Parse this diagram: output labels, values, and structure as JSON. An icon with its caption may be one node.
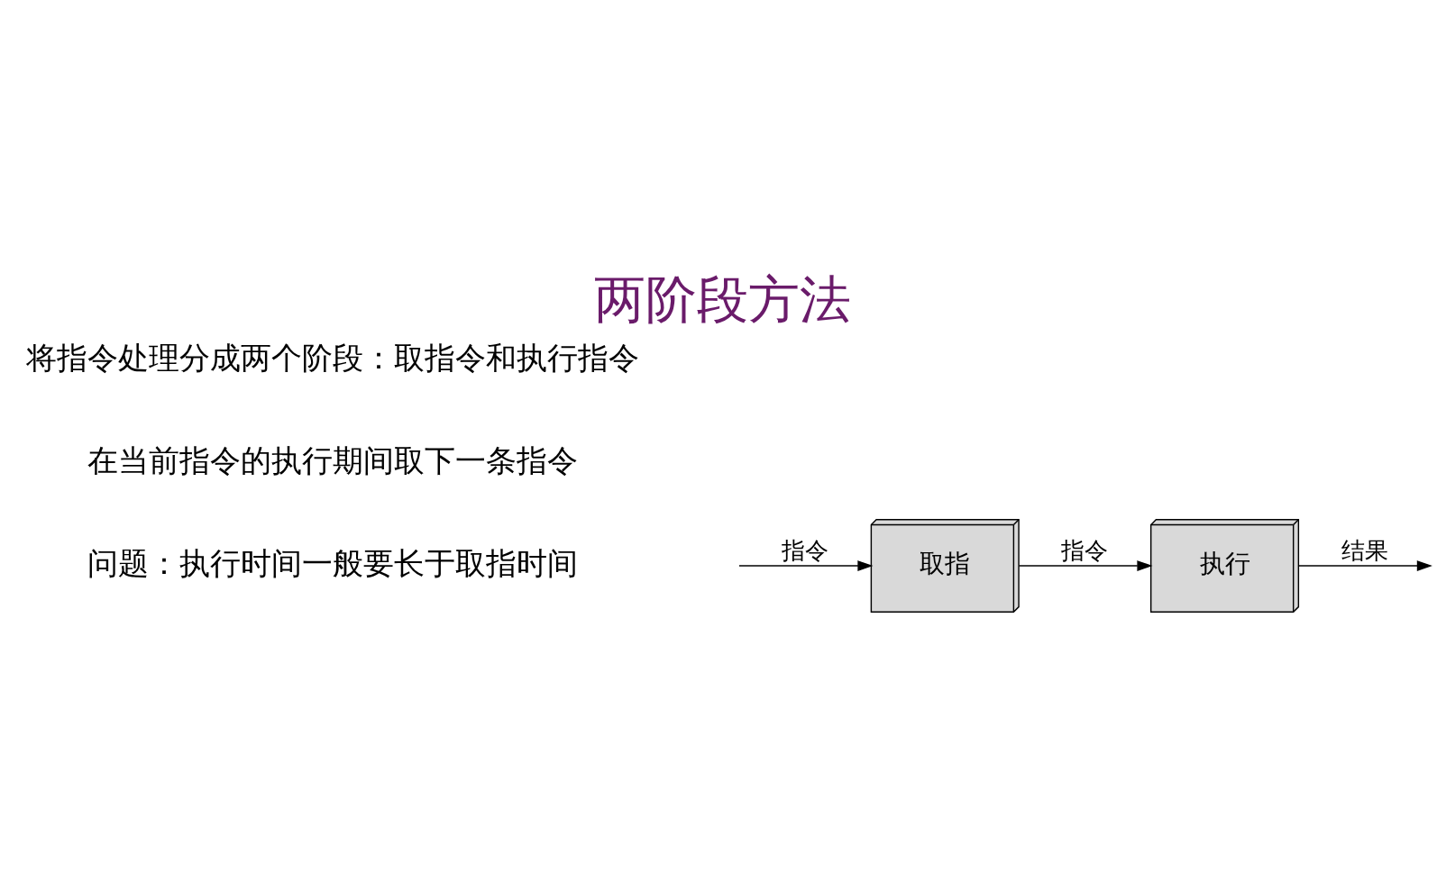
{
  "diagram": {
    "title": "两阶段方法",
    "nodes": [
      {
        "text": [
          "取指"
        ]
      },
      {
        "text": [
          "执行"
        ]
      }
    ],
    "edges": [
      {
        "from": null,
        "to": 0,
        "arrow": "to",
        "label": "指令"
      },
      {
        "from": 0,
        "to": 1,
        "arrow": "to",
        "label": "指令"
      },
      {
        "from": 1,
        "to": null,
        "arrow": "to",
        "label": "结果"
      }
    ],
    "labels": [
      "将指令处理分成两个阶段：取指令和执行指令",
      "在当前指令的执行期间取下一条指令",
      "问题：执行时间一般要长于取指时间"
    ]
  }
}
